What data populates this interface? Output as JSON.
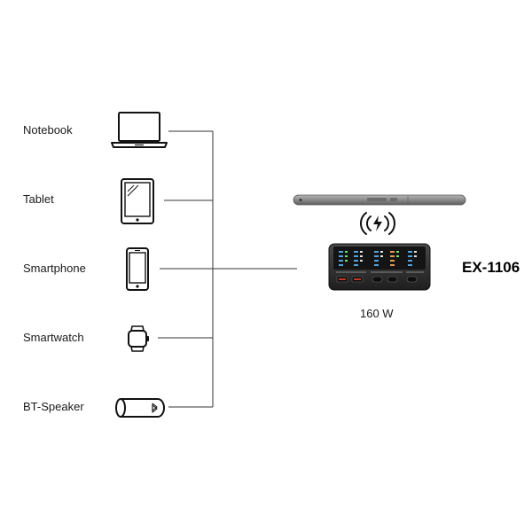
{
  "devices": [
    {
      "label": "Notebook",
      "icon": "laptop-icon"
    },
    {
      "label": "Tablet",
      "icon": "tablet-icon"
    },
    {
      "label": "Smartphone",
      "icon": "smartphone-icon"
    },
    {
      "label": "Smartwatch",
      "icon": "smartwatch-icon"
    },
    {
      "label": "BT-Speaker",
      "icon": "bluetooth-speaker-icon"
    }
  ],
  "charger": {
    "model": "EX-1106",
    "power": "160 W",
    "icons": [
      "tablet-on-pad-icon",
      "wireless-charging-icon",
      "charging-station-icon"
    ]
  },
  "colors": {
    "line": "#333333",
    "device_body": "#8a8a8a",
    "charger_body": "#2c2c2c"
  }
}
